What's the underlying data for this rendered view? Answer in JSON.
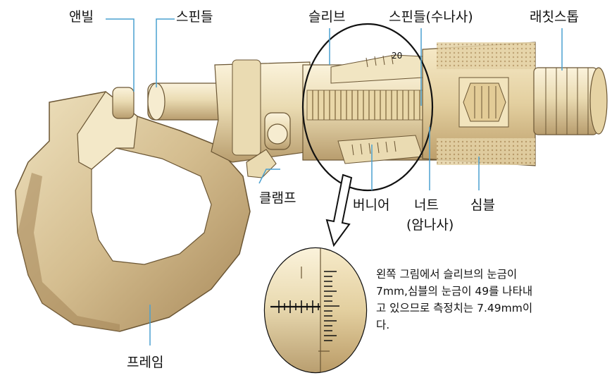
{
  "labels": {
    "anvil": "앤빌",
    "spindle": "스핀들",
    "sleeve": "슬리브",
    "spindle_screw": "스핀들(수나사)",
    "ratchet_stop": "래칫스톱",
    "clamp": "클램프",
    "vernier": "버니어",
    "nut": "너트",
    "nut_sub": "(암나사)",
    "thimble": "심블",
    "frame": "프레임"
  },
  "scale_marks": {
    "thimble_top": "20"
  },
  "note": {
    "line1": "왼쪽 그림에서 슬리브의 눈금이",
    "line2": "7mm,심블의 눈금이 49를 나타내",
    "line3": "고 있으므로 측정치는 7.49mm이",
    "line4": "다."
  },
  "colors": {
    "body": "#e8d9b0",
    "shadow": "#b89d6e",
    "frame": "#c9b184",
    "outline": "#6b5634"
  }
}
